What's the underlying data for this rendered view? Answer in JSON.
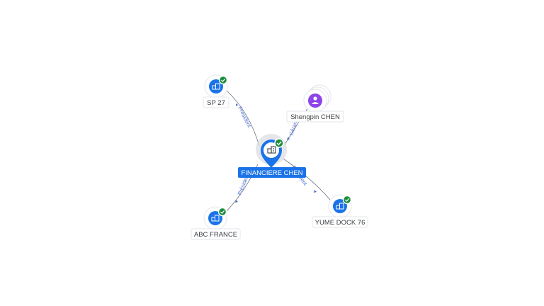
{
  "center": {
    "label": "FINANCIERE CHEN",
    "icon": "building-icon",
    "verified": true
  },
  "nodes": [
    {
      "id": "sp27",
      "label": "SP 27",
      "icon": "building-icon",
      "verified": true
    },
    {
      "id": "shengpin",
      "label": "Shengpin CHEN",
      "icon": "person-icon",
      "verified": false
    },
    {
      "id": "abc",
      "label": "ABC FRANCE",
      "icon": "building-icon",
      "verified": true
    },
    {
      "id": "yume",
      "label": "YUME DOCK 76",
      "icon": "building-icon",
      "verified": true
    }
  ],
  "edges": [
    {
      "label": "President"
    },
    {
      "label": "Gérant"
    },
    {
      "label": "Président"
    },
    {
      "label": "Président"
    }
  ],
  "colors": {
    "accent": "#1a73e8",
    "verified": "#1e8e3e",
    "person": "#8e44e8"
  }
}
